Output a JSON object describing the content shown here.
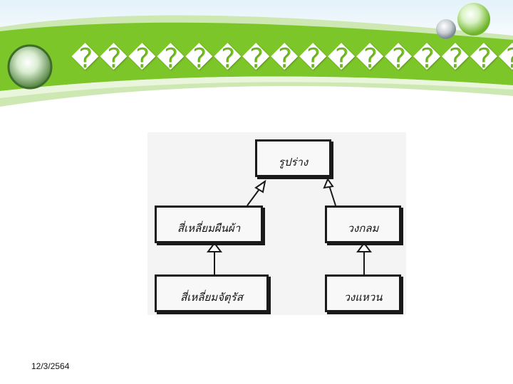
{
  "slide": {
    "title": "��������������������",
    "date": "12/3/2564"
  },
  "colors": {
    "banner_green": "#7cc62a",
    "banner_light": "#d9f0c2",
    "banner_sky": "#e6f3fb",
    "orb": "#bfe6a0"
  },
  "diagram": {
    "nodes": [
      {
        "id": "shape",
        "label": "รูปร่าง"
      },
      {
        "id": "rectangle",
        "label": "สี่เหลี่ยมผืนผ้า"
      },
      {
        "id": "circle",
        "label": "วงกลม"
      },
      {
        "id": "square",
        "label": "สี่เหลี่ยมจัตุรัส"
      },
      {
        "id": "ring",
        "label": "วงแหวน"
      }
    ],
    "edges": [
      {
        "from": "rectangle",
        "to": "shape"
      },
      {
        "from": "circle",
        "to": "shape"
      },
      {
        "from": "square",
        "to": "rectangle"
      },
      {
        "from": "ring",
        "to": "circle"
      }
    ]
  }
}
